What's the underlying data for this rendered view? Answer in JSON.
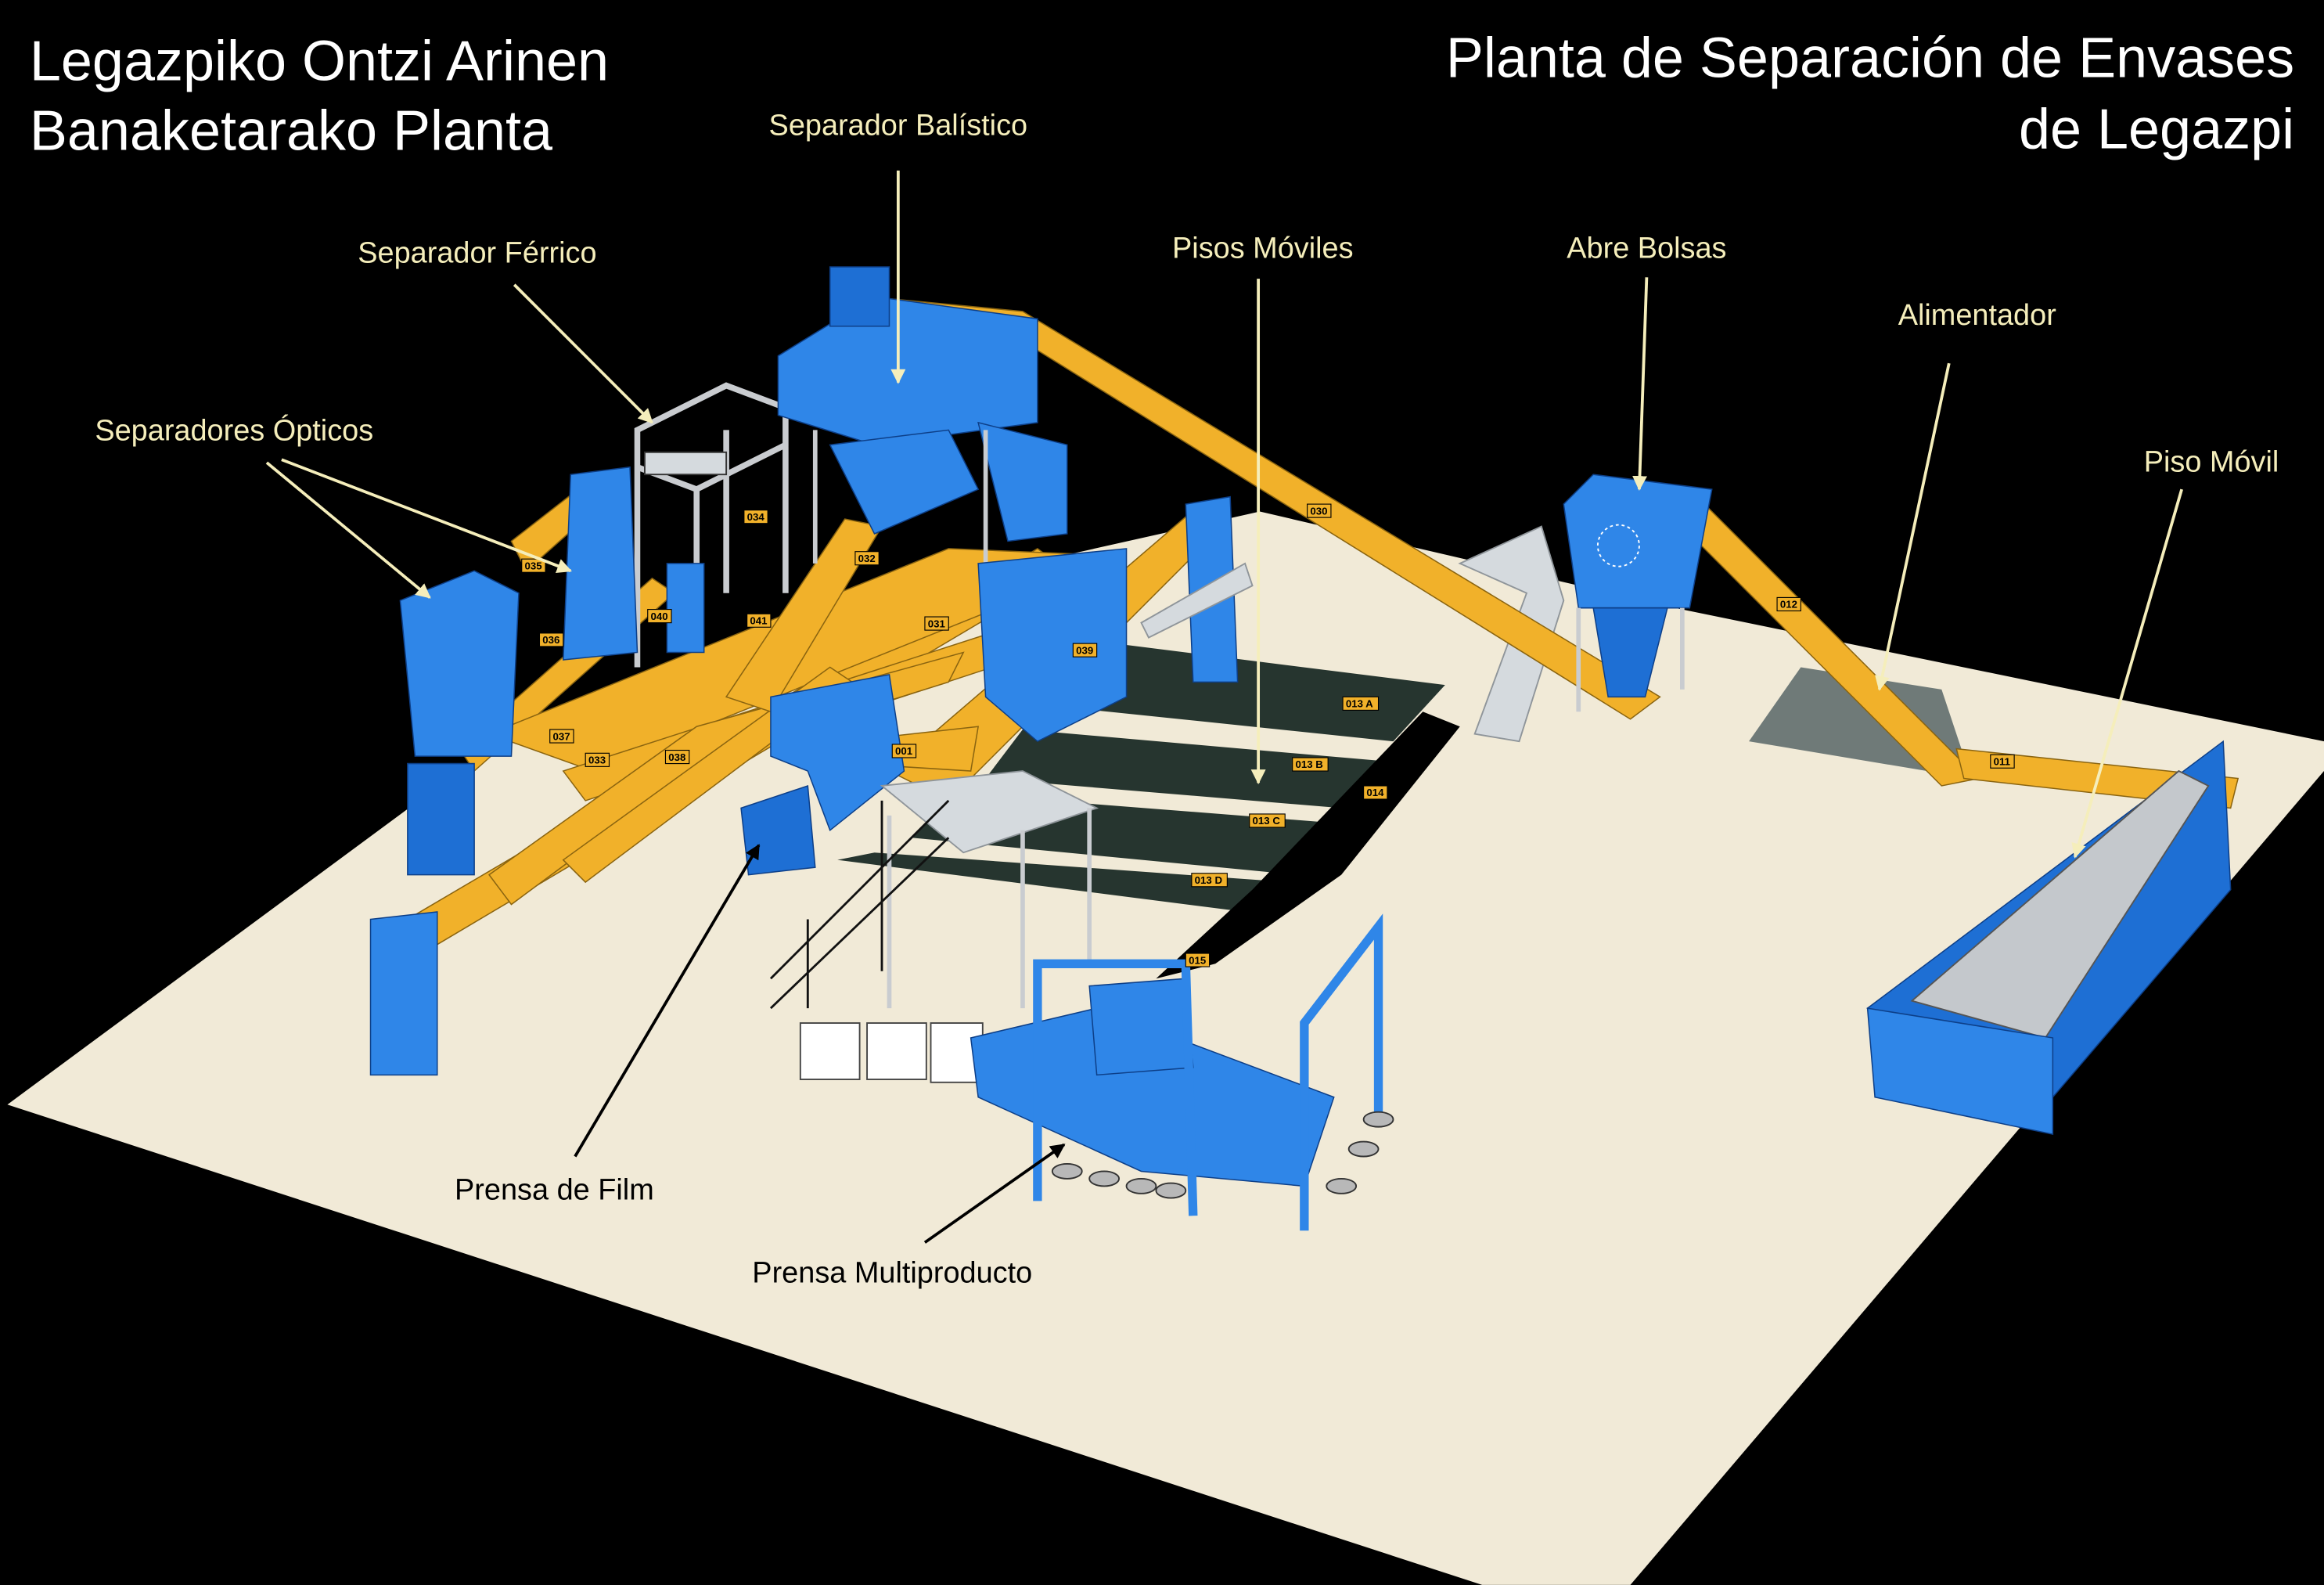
{
  "titles": {
    "basque_line1": "Legazpiko Ontzi Arinen",
    "basque_line2": "Banaketarako Planta",
    "spanish_line1": "Planta de Separación de Envases",
    "spanish_line2": "de Legazpi"
  },
  "callouts": {
    "separador_balistico": "Separador Balístico",
    "separador_ferrico": "Separador Férrico",
    "separadores_opticos": "Separadores Ópticos",
    "pisos_moviles": "Pisos Móviles",
    "abre_bolsas": "Abre Bolsas",
    "alimentador": "Alimentador",
    "piso_movil": "Piso Móvil",
    "prensa_film": "Prensa de Film",
    "prensa_multiproducto": "Prensa Multiproducto"
  },
  "conveyor_tags": {
    "t001": "001",
    "t011": "011",
    "t012": "012",
    "t013a": "013 A",
    "t013b": "013 B",
    "t013c": "013 C",
    "t013d": "013 D",
    "t014": "014",
    "t015": "015",
    "t030": "030",
    "t031": "031",
    "t032": "032",
    "t033": "033",
    "t034": "034",
    "t035": "035",
    "t036": "036",
    "t037": "037",
    "t038": "038",
    "t039": "039",
    "t040": "040",
    "t041": "041"
  },
  "colors": {
    "background": "#000000",
    "floor": "#f1ead7",
    "equipment": "#2f86e8",
    "conveyor": "#f1b12a",
    "callout_text": "#f5eebb"
  }
}
